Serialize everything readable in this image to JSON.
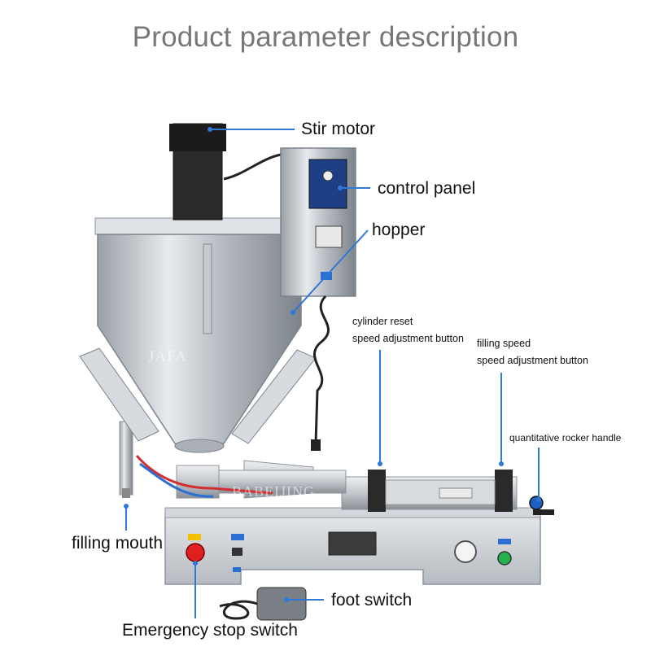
{
  "title": "Product parameter description",
  "callouts": {
    "stir_motor": "Stir motor",
    "control_panel": "control panel",
    "hopper": "hopper",
    "cylinder_reset_line1": "cylinder reset",
    "cylinder_reset_line2": "speed adjustment button",
    "filling_speed_line1": "filling speed",
    "filling_speed_line2": "speed adjustment button",
    "quantitative_rocker": "quantitative rocker handle",
    "filling_mouth": "filling mouth",
    "foot_switch": "foot switch",
    "emergency_stop": "Emergency stop switch"
  },
  "watermarks": {
    "brand1": "JAFA",
    "brand2": "BABEIJING"
  },
  "colors": {
    "leader": "#2e78d6",
    "title": "#777777",
    "steel": "#c9cdd2",
    "steel_dark": "#8e949b",
    "emergency_red": "#e02020",
    "button_green": "#22b14c"
  }
}
